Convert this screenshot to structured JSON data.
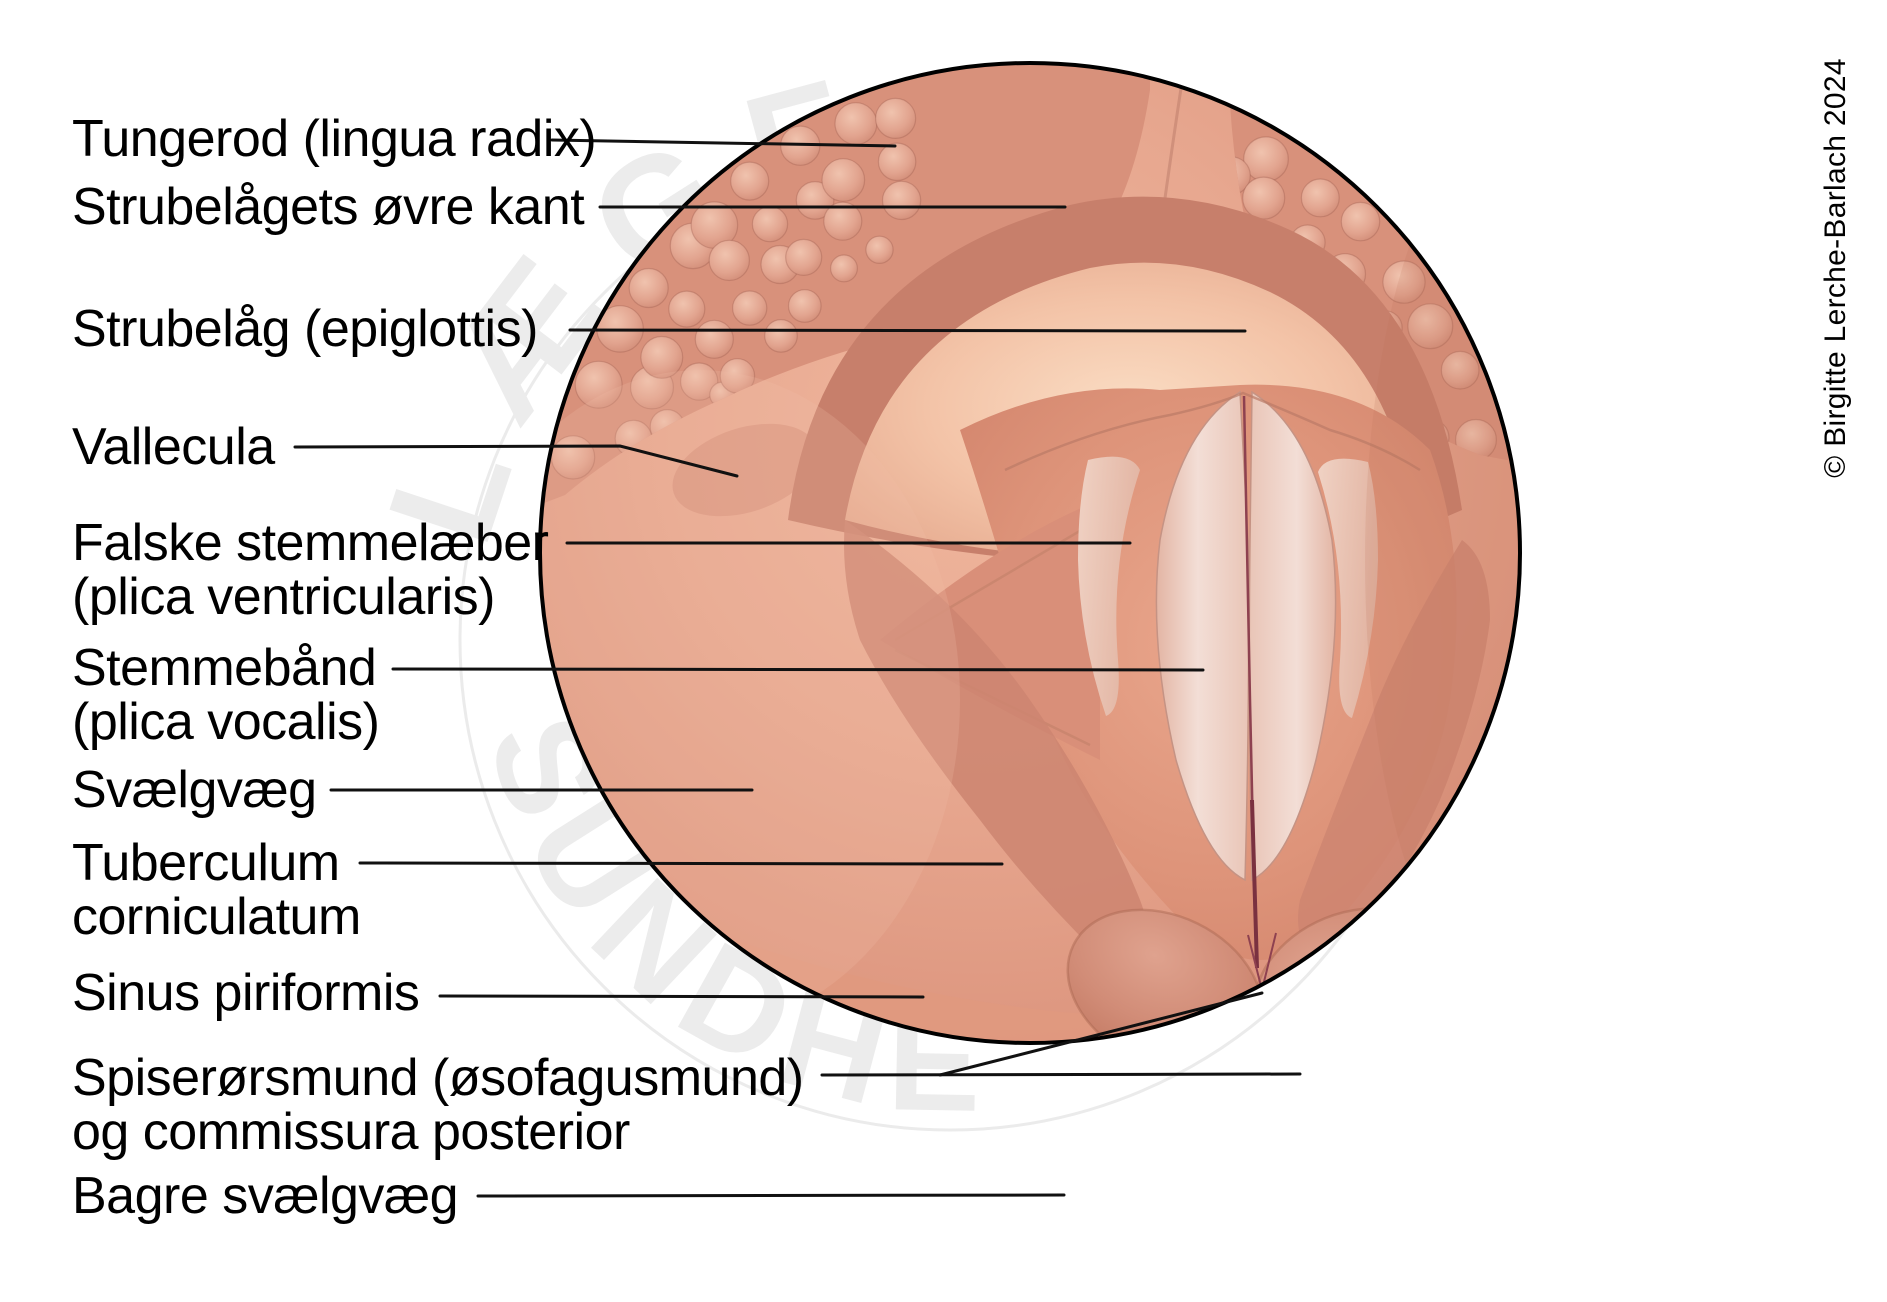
{
  "figure": {
    "type": "anatomical-diagram",
    "subject": "Larynx set ovenfra (endoskopisk visning)",
    "copyright": "© Birgitte Lerche-Barlach 2024",
    "watermark": {
      "arc_top": "LÆGE",
      "arc_bottom": "SUNDHED"
    }
  },
  "labels": [
    {
      "id": "tungerod",
      "line1": "Tungerod (lingua radix)"
    },
    {
      "id": "strubelaagets-kant",
      "line1": "Strubelågets øvre kant"
    },
    {
      "id": "strubelaag",
      "line1": "Strubelåg (epiglottis)"
    },
    {
      "id": "vallecula",
      "line1": "Vallecula"
    },
    {
      "id": "falske-stemmelaeber",
      "line1": "Falske stemmelæber",
      "line2": "(plica ventricularis)"
    },
    {
      "id": "stemmebaand",
      "line1": "Stemmebånd",
      "line2": "(plica vocalis)"
    },
    {
      "id": "svaelgvaeg",
      "line1": "Svælgvæg"
    },
    {
      "id": "tuberculum",
      "line1": "Tuberculum",
      "line2": "corniculatum"
    },
    {
      "id": "sinus-piriformis",
      "line1": "Sinus piriformis"
    },
    {
      "id": "spiseroersmund",
      "line1": "Spiserørsmund (øsofagusmund)",
      "line2": "og commissura posterior"
    },
    {
      "id": "bagre-svaelgvaeg",
      "line1": "Bagre svælgvæg"
    }
  ],
  "colors": {
    "background": "#ffffff",
    "outline": "#000000",
    "leader_line": "#111111",
    "flesh_base": "#e2a089",
    "flesh_dark": "#cc8572",
    "tongue_pad": "#d8917b",
    "epiglottis_rim": "#c77f6b",
    "epiglottis_dome": "#f3c3a7",
    "vocal_cord": "#f0d8cf",
    "glottis_line": "#8e4150",
    "watermark_gray": "#ececec"
  }
}
